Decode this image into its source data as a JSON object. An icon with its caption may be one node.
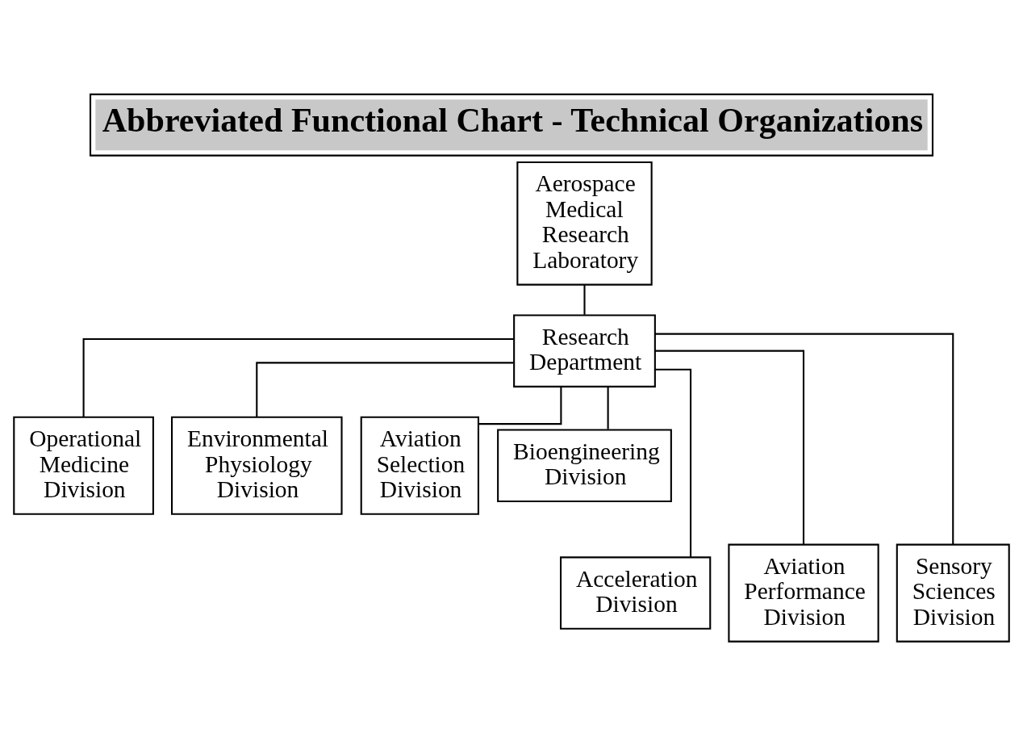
{
  "diagram": {
    "title": "Abbreviated Functional Chart - Technical Organizations",
    "nodes": [
      {
        "text": [
          "Aerospace Medical Research Laboratory"
        ]
      },
      {
        "text": [
          "Research Department"
        ]
      },
      {
        "text": [
          "Operational Medicine Division"
        ]
      },
      {
        "text": [
          "Environmental Physiology Division"
        ]
      },
      {
        "text": [
          "Aviation Selection Division"
        ]
      },
      {
        "text": [
          "Bioengineering Division"
        ]
      },
      {
        "text": [
          "Acceleration Division"
        ]
      },
      {
        "text": [
          "Aviation Performance Division"
        ]
      },
      {
        "text": [
          "Sensory Sciences Division"
        ]
      }
    ],
    "edges": [
      {
        "from": 0,
        "to": 1,
        "arrow": "none"
      },
      {
        "from": 1,
        "to": 2,
        "arrow": "none"
      },
      {
        "from": 1,
        "to": 6,
        "arrow": "none"
      },
      {
        "from": 1,
        "to": 3,
        "arrow": "none"
      },
      {
        "from": 1,
        "to": 7,
        "arrow": "none"
      },
      {
        "from": 1,
        "to": 4,
        "arrow": "none"
      },
      {
        "from": 1,
        "to": 8,
        "arrow": "none"
      },
      {
        "from": 1,
        "to": 5,
        "arrow": "none"
      }
    ]
  }
}
